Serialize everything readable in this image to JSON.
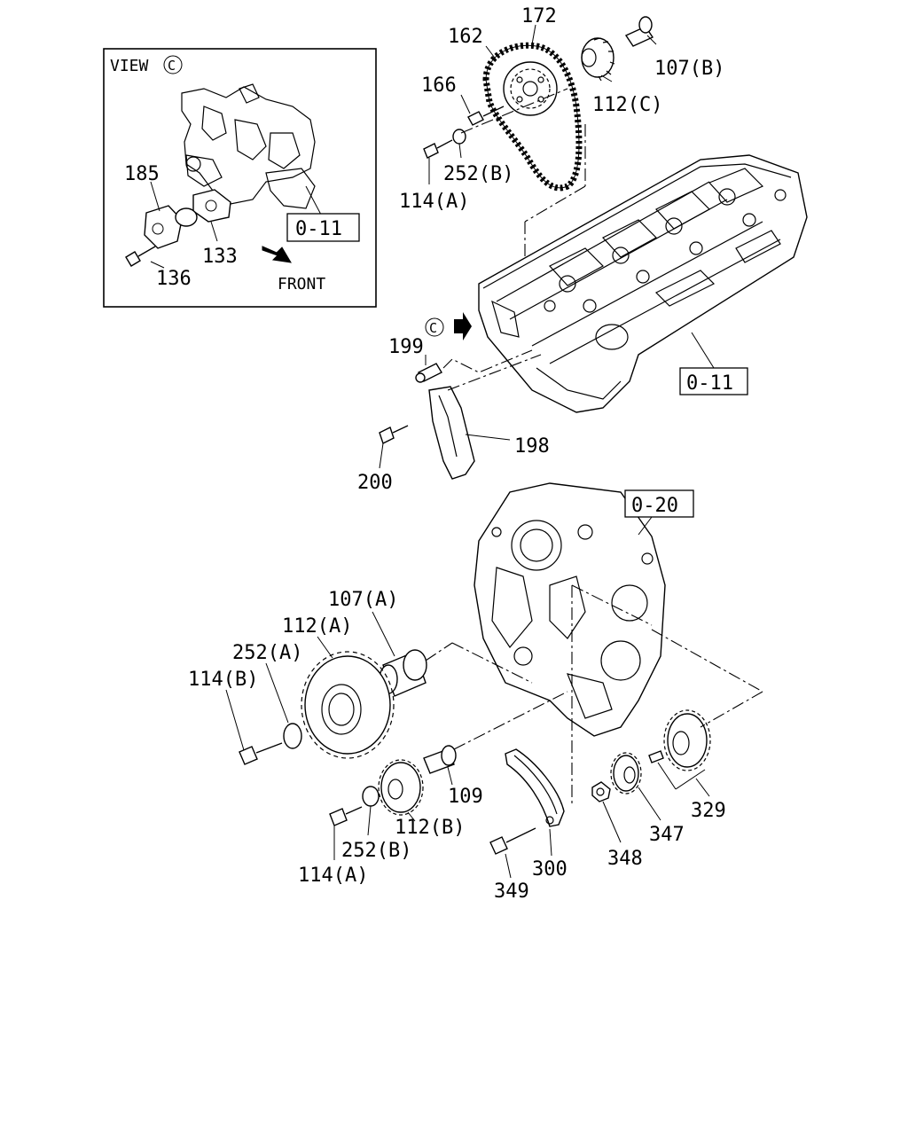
{
  "inset": {
    "title_prefix": "VIEW",
    "title_circle": "C",
    "labels": {
      "p185": "185",
      "p133": "133",
      "p136": "136",
      "ref": "0-11",
      "front": "FRONT"
    }
  },
  "view_marker": "C",
  "labels": {
    "p172": "172",
    "p162": "162",
    "p166": "166",
    "p107b": "107(B)",
    "p112c": "112(C)",
    "p252b_top": "252(B)",
    "p114a_top": "114(A)",
    "p199": "199",
    "ref_head": "0-11",
    "p198": "198",
    "p200": "200",
    "ref_case": "0-20",
    "p107a": "107(A)",
    "p112a": "112(A)",
    "p252a": "252(A)",
    "p114b": "114(B)",
    "p109": "109",
    "p112b": "112(B)",
    "p252b_bot": "252(B)",
    "p114a_bot": "114(A)",
    "p300": "300",
    "p349": "349",
    "p348": "348",
    "p347": "347",
    "p329": "329"
  }
}
